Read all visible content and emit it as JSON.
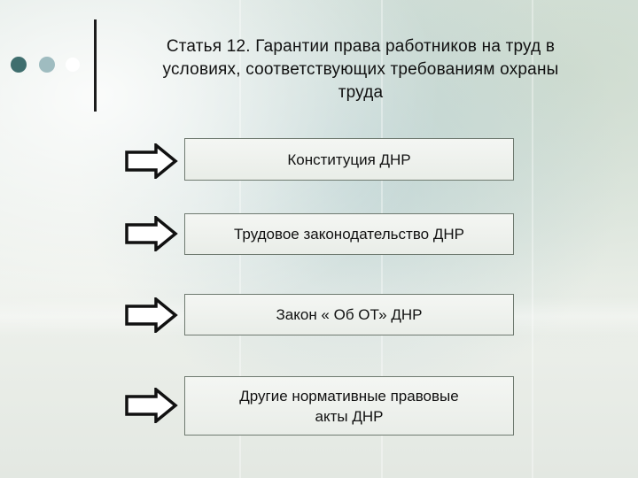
{
  "title": {
    "lines": [
      "Статья  12.  Гарантии права работников на труд в",
      "условиях, соответствующих требованиям охраны",
      "труда"
    ]
  },
  "items": [
    {
      "lines": [
        "Конституция ДНР"
      ]
    },
    {
      "lines": [
        "Трудовое законодательство ДНР"
      ]
    },
    {
      "lines": [
        "Закон « Об ОТ» ДНР"
      ]
    },
    {
      "lines": [
        "Другие нормативные   правовые",
        "акты  ДНР"
      ]
    }
  ],
  "colors": {
    "dot_dark": "#3f6e6e",
    "dot_mid": "#9fbcc0",
    "dot_light": "#ffffff",
    "box_border": "#6f7a70",
    "arrow_stroke": "#111111"
  },
  "icons": [
    "arrow-right-icon"
  ]
}
